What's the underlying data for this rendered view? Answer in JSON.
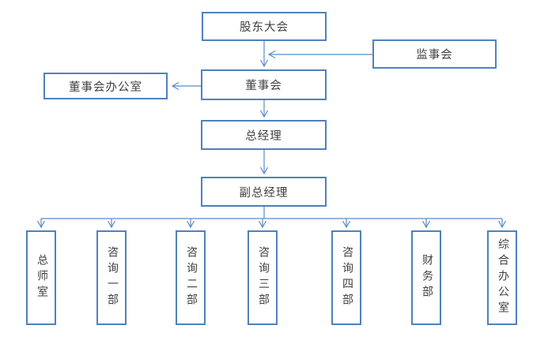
{
  "diagram": {
    "type": "org-chart",
    "language": "zh-CN",
    "colors": {
      "box_border": "#4f81bd",
      "connector_line": "#5b8ac6",
      "text": "#3f3f3f",
      "background": "#ffffff"
    },
    "nodes": {
      "shareholders": {
        "label": "股东大会"
      },
      "supervisors": {
        "label": "监事会"
      },
      "board": {
        "label": "董事会"
      },
      "board_office": {
        "label": "董事会办公室"
      },
      "general_manager": {
        "label": "总经理"
      },
      "deputy_general_manager": {
        "label": "副总经理"
      },
      "departments": [
        {
          "label": "总师室"
        },
        {
          "label": "咨询一部"
        },
        {
          "label": "咨询二部"
        },
        {
          "label": "咨询三部"
        },
        {
          "label": "咨询四部"
        },
        {
          "label": "财务部"
        },
        {
          "label": "综合办公室"
        }
      ]
    },
    "edges": [
      {
        "from": "shareholders",
        "to": "board",
        "arrow": "down"
      },
      {
        "from": "supervisors",
        "to": "shareholders-board-link",
        "arrow": "left"
      },
      {
        "from": "board",
        "to": "board_office",
        "arrow": "left"
      },
      {
        "from": "board",
        "to": "general_manager",
        "arrow": "down"
      },
      {
        "from": "general_manager",
        "to": "deputy_general_manager",
        "arrow": "down"
      },
      {
        "from": "deputy_general_manager",
        "to": "departments.0",
        "arrow": "down"
      },
      {
        "from": "deputy_general_manager",
        "to": "departments.1",
        "arrow": "down"
      },
      {
        "from": "deputy_general_manager",
        "to": "departments.2",
        "arrow": "down"
      },
      {
        "from": "deputy_general_manager",
        "to": "departments.3",
        "arrow": "down"
      },
      {
        "from": "deputy_general_manager",
        "to": "departments.4",
        "arrow": "down"
      },
      {
        "from": "deputy_general_manager",
        "to": "departments.5",
        "arrow": "down"
      },
      {
        "from": "deputy_general_manager",
        "to": "departments.6",
        "arrow": "down"
      }
    ]
  }
}
